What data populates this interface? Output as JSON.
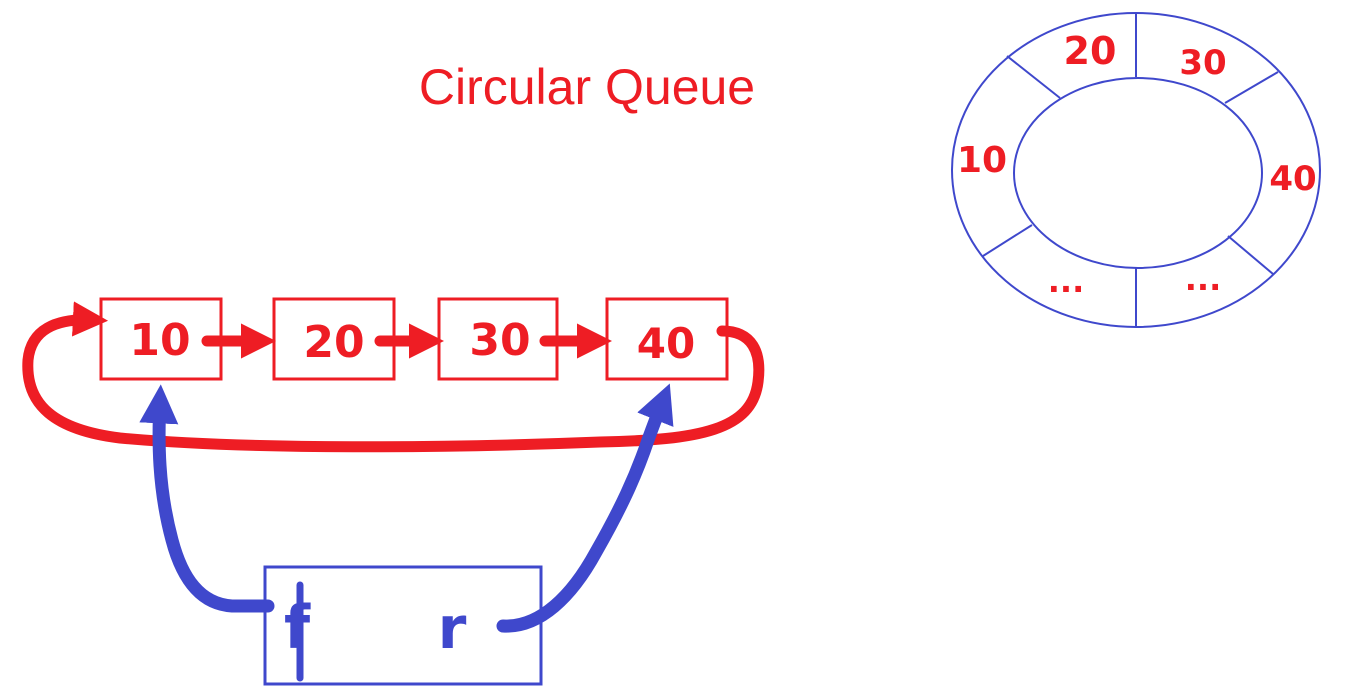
{
  "title": "Circular Queue",
  "colors": {
    "red": "#ee1d24",
    "blue": "#3f48cc",
    "background": "#ffffff"
  },
  "linked_list": {
    "nodes": [
      {
        "value": "10"
      },
      {
        "value": "20"
      },
      {
        "value": "30"
      },
      {
        "value": "40"
      }
    ]
  },
  "pointer_box": {
    "front_label": "f",
    "rear_label": "r"
  },
  "ring": {
    "slots": [
      {
        "value": "10"
      },
      {
        "value": "20"
      },
      {
        "value": "30"
      },
      {
        "value": "40"
      },
      {
        "value": "..."
      },
      {
        "value": "..."
      }
    ]
  }
}
